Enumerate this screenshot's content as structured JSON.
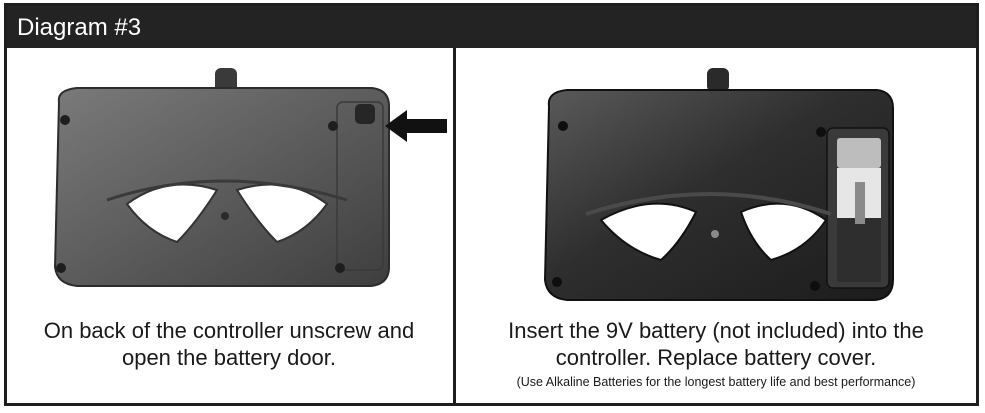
{
  "header": {
    "title": "Diagram #3"
  },
  "left_panel": {
    "caption_line1": "On back of the controller unscrew and",
    "caption_line2": "open the battery door.",
    "image_alt": "back-of-controller-photo",
    "arrow_icon": "left-arrow-icon"
  },
  "right_panel": {
    "caption_line1": "Insert the 9V battery (not included) into the",
    "caption_line2": "controller. Replace battery cover.",
    "note": "(Use Alkaline Batteries for the longest battery life and best performance)",
    "image_alt": "controller-with-battery-photo"
  },
  "colors": {
    "header_bg": "#232323",
    "border": "#1e1e1e",
    "controller": "#5a5a5a"
  }
}
